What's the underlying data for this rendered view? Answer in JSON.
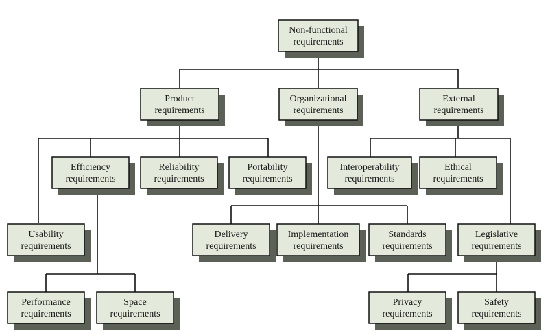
{
  "diagram": {
    "nodes": {
      "root": [
        "Non-functional",
        "requirements"
      ],
      "product": [
        "Product",
        "requirements"
      ],
      "organizational": [
        "Organizational",
        "requirements"
      ],
      "external": [
        "External",
        "requirements"
      ],
      "efficiency": [
        "Efficiency",
        "requirements"
      ],
      "reliability": [
        "Reliability",
        "requirements"
      ],
      "portability": [
        "Portability",
        "requirements"
      ],
      "interoperability": [
        "Interoperability",
        "requirements"
      ],
      "ethical": [
        "Ethical",
        "requirements"
      ],
      "usability": [
        "Usability",
        "requirements"
      ],
      "delivery": [
        "Delivery",
        "requirements"
      ],
      "implementation": [
        "Implementation",
        "requirements"
      ],
      "standards": [
        "Standards",
        "requirements"
      ],
      "legislative": [
        "Legislative",
        "requirements"
      ],
      "performance": [
        "Performance",
        "requirements"
      ],
      "space": [
        "Space",
        "requirements"
      ],
      "privacy": [
        "Privacy",
        "requirements"
      ],
      "safety": [
        "Safety",
        "requirements"
      ]
    },
    "colors": {
      "box_fill": "#e3eadb",
      "box_shadow": "#5c6157",
      "border": "#111111",
      "line": "#111111"
    }
  }
}
